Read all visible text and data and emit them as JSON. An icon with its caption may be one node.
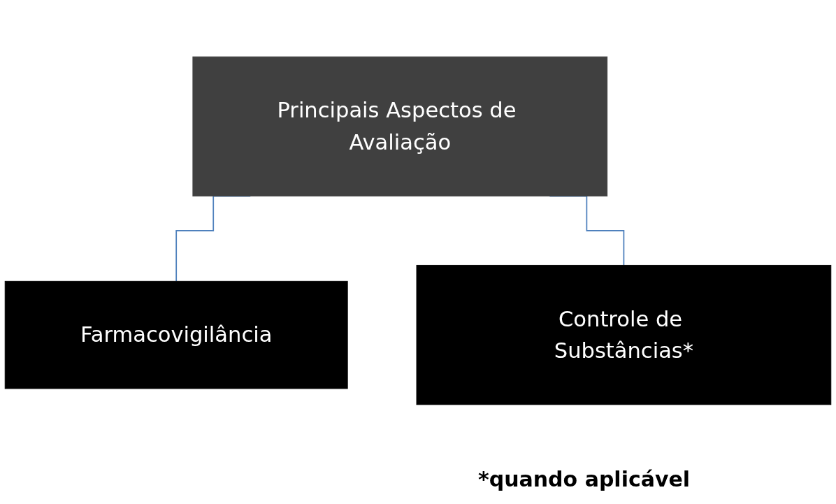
{
  "diagram": {
    "nodes": [
      {
        "text": [
          "Principais Aspectos de Avaliação"
        ]
      },
      {
        "text": [
          "Farmacovigilância"
        ]
      },
      {
        "text": [
          "Controle de Substâncias*"
        ]
      }
    ],
    "edges": [
      {
        "from": 0,
        "to": 1,
        "arrow": "none"
      },
      {
        "from": 0,
        "to": 2,
        "arrow": "none"
      }
    ],
    "labels": [
      "*quando aplicável"
    ]
  }
}
